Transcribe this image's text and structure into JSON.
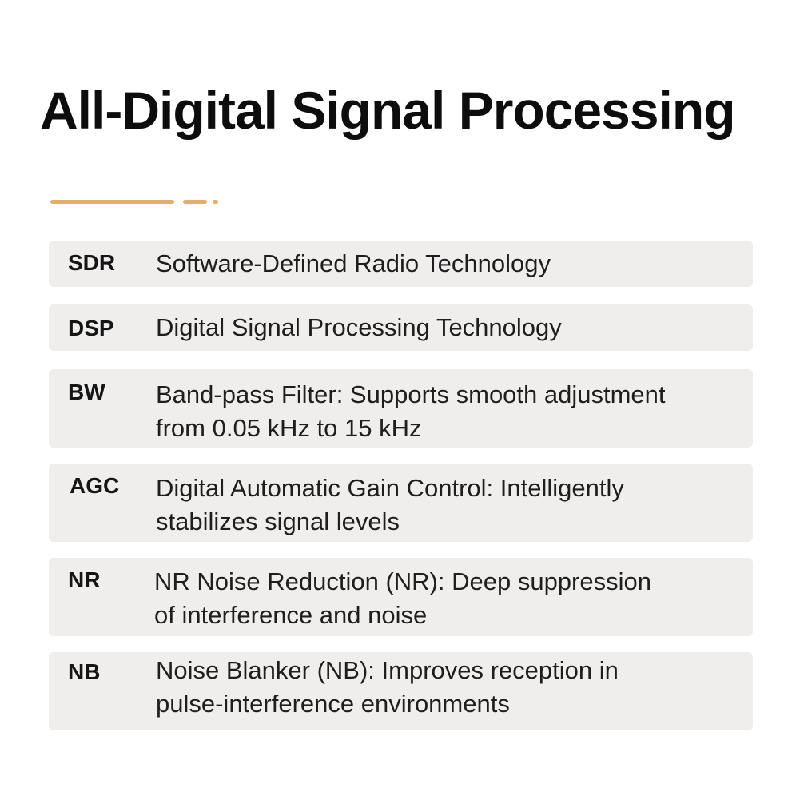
{
  "title": "All-Digital Signal Processing",
  "accent_color": "#e3b06a",
  "features": [
    {
      "abbr": "SDR",
      "desc": "Software-Defined Radio Technology"
    },
    {
      "abbr": "DSP",
      "desc": "Digital Signal Processing Technology"
    },
    {
      "abbr": "BW",
      "desc": "Band-pass Filter: Supports smooth adjustment\nfrom 0.05 kHz to 15 kHz"
    },
    {
      "abbr": "AGC",
      "desc": "Digital Automatic Gain Control: Intelligently\nstabilizes signal levels"
    },
    {
      "abbr": "NR",
      "desc": "NR Noise Reduction (NR): Deep suppression\nof interference and noise"
    },
    {
      "abbr": "NB",
      "desc": "Noise Blanker (NB): Improves reception in\npulse-interference environments"
    }
  ]
}
